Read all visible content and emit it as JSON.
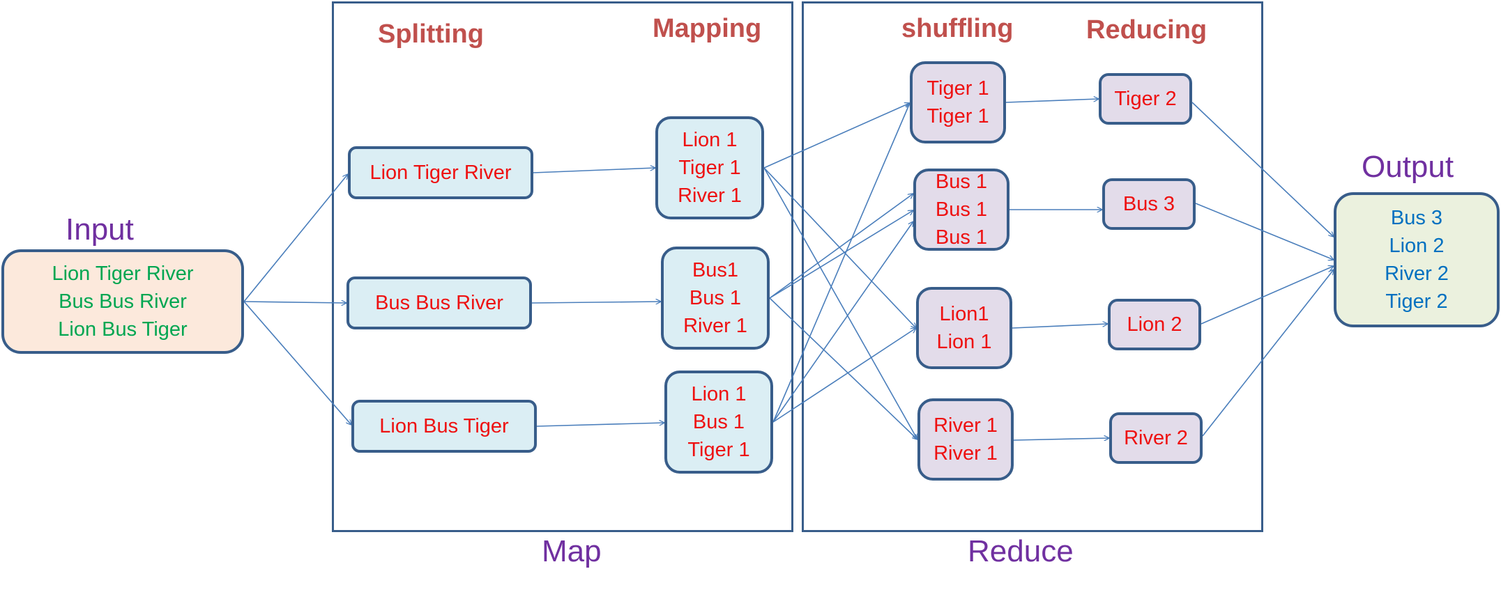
{
  "colors": {
    "frame": "#385d8a",
    "arrow": "#4a7ebb",
    "stage_title": "#c0504d",
    "group_title": "#7030a0",
    "input_text": "#00a651",
    "output_text": "#0070c0",
    "node_text": "#ee1111",
    "map_fill": "#dbeef4",
    "reduce_fill": "#e3dcea",
    "input_fill": "#fce9dc",
    "output_fill": "#ebf1de"
  },
  "group_titles": {
    "input": "Input",
    "map": "Map",
    "reduce": "Reduce",
    "output": "Output"
  },
  "stage_titles": {
    "splitting": "Splitting",
    "mapping": "Mapping",
    "shuffling": "shuffling",
    "reducing": "Reducing"
  },
  "input": {
    "lines": [
      "Lion Tiger River",
      "Bus Bus River",
      "Lion Bus Tiger"
    ]
  },
  "splitting": [
    {
      "lines": [
        "Lion Tiger River"
      ]
    },
    {
      "lines": [
        "Bus Bus River"
      ]
    },
    {
      "lines": [
        "Lion Bus Tiger"
      ]
    }
  ],
  "mapping": [
    {
      "lines": [
        "Lion 1",
        "Tiger 1",
        "River 1"
      ]
    },
    {
      "lines": [
        "Bus1",
        "Bus 1",
        "River 1"
      ]
    },
    {
      "lines": [
        "Lion 1",
        "Bus 1",
        "Tiger 1"
      ]
    }
  ],
  "shuffling": [
    {
      "lines": [
        "Tiger 1",
        "Tiger 1"
      ]
    },
    {
      "lines": [
        "Bus 1",
        "Bus 1",
        "Bus 1"
      ]
    },
    {
      "lines": [
        "Lion1",
        "Lion 1"
      ]
    },
    {
      "lines": [
        "River 1",
        "River 1"
      ]
    }
  ],
  "reducing": [
    {
      "lines": [
        "Tiger 2"
      ]
    },
    {
      "lines": [
        "Bus 3"
      ]
    },
    {
      "lines": [
        "Lion  2"
      ]
    },
    {
      "lines": [
        "River 2"
      ]
    }
  ],
  "output": {
    "lines": [
      "Bus 3",
      "Lion 2",
      "River 2",
      "Tiger 2"
    ]
  }
}
